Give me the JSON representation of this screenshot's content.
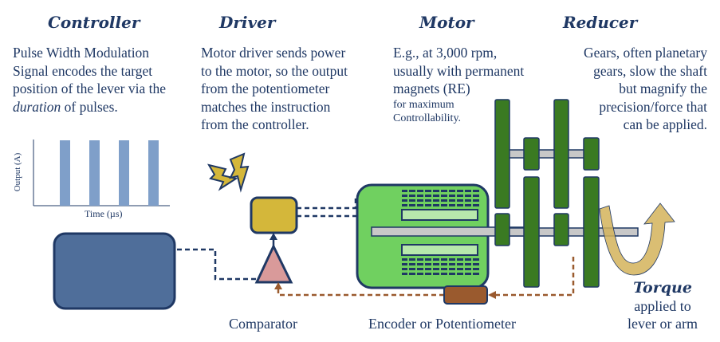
{
  "controller": {
    "title": "Controller",
    "desc_lines": [
      "Pulse Width Modulation",
      "Signal encodes the target",
      "position of the lever via the"
    ],
    "desc_last_italic": "duration",
    "desc_last_rest": " of pulses.",
    "chart_ylabel": "Output (A)",
    "chart_xlabel": "Time (µs)"
  },
  "driver": {
    "title": "Driver",
    "desc_lines": [
      "Motor driver sends power",
      "to the motor, so the output",
      "from the potentiometer",
      "matches the instruction",
      "from the controller."
    ]
  },
  "motor": {
    "title": "Motor",
    "desc_lines": [
      "E.g., at 3,000 rpm,",
      "usually with permanent",
      "magnets (RE)"
    ],
    "desc_small_lines": [
      "for maximum",
      "Controllability."
    ]
  },
  "reducer": {
    "title": "Reducer",
    "desc_lines": [
      "Gears, often planetary",
      "gears, slow the shaft",
      "but magnify the",
      "precision/force that",
      "can be applied."
    ]
  },
  "torque": {
    "title": "Torque",
    "lines": [
      "applied to",
      "lever or arm"
    ]
  },
  "labels": {
    "comparator": "Comparator",
    "encoder": "Encoder or Potentiometer"
  },
  "colors": {
    "text": "#1F3864",
    "pulse_bar": "#7F9FC9",
    "controller_box": "#4F6E9A",
    "driver_box": "#D4B73A",
    "comparator": "#D99A9A",
    "motor_body": "#70D060",
    "motor_inner": "#B7E8AC",
    "gear": "#3A7A22",
    "encoder": "#9A5A2E",
    "feedback_line": "#9A5A2E",
    "signal_line": "#1F3864",
    "torque_arrow": "#D4B35A"
  },
  "icons": [
    "lightning-icon",
    "torque-arrow-icon"
  ]
}
